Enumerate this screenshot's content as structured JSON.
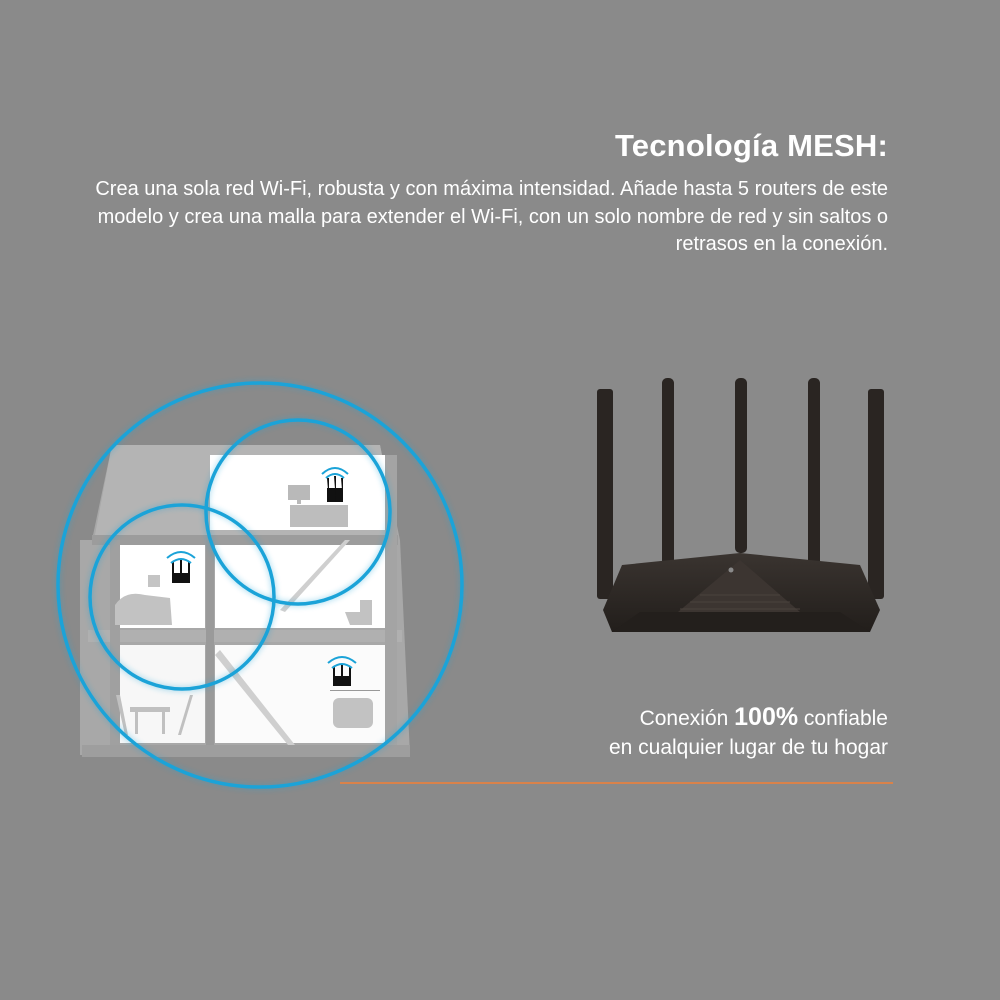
{
  "heading": "Tecnología MESH:",
  "description": "Crea una sola red Wi-Fi, robusta y con máxima intensidad. Añade hasta 5 routers de este modelo y crea una malla para extender el Wi-Fi, con un solo nombre de red y sin saltos o retrasos en la conexión.",
  "tagline": {
    "line1_prefix": "Conexión ",
    "line1_emphasis": "100%",
    "line1_suffix": " confiable",
    "line2": "en cualquier lugar de tu hogar"
  },
  "illustration": {
    "house": "three-room house cross-section with mesh routers",
    "coverage_circles": 3,
    "routers_in_house": 3,
    "rooms": [
      "office",
      "bedroom",
      "bathroom/stairs",
      "dining room",
      "living room/stairs"
    ]
  },
  "product": {
    "name": "router",
    "antennas": 5
  },
  "colors": {
    "background": "#8a8a8a",
    "text": "#ffffff",
    "accent_line": "#d9824a",
    "signal_ring": "#1ba3d8",
    "router_body": "#2f2a26"
  }
}
